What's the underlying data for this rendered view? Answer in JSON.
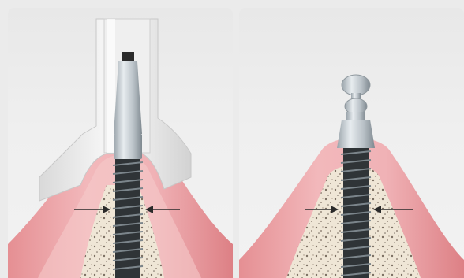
{
  "figure": {
    "panels": [
      {
        "id": "left",
        "elements": [
          "implant",
          "surgical-guide",
          "bone",
          "gum",
          "pressure-arrows"
        ]
      },
      {
        "id": "right",
        "elements": [
          "implant",
          "abutment-ball",
          "bone",
          "gum",
          "pressure-arrows"
        ]
      }
    ]
  },
  "colors": {
    "background": "#ebebeb",
    "gum": "#e58f93",
    "gum_light": "#f3c3c3",
    "bone": "#efe6d6",
    "bone_speckle": "#4a3c31",
    "implant_thread": "#2f3437",
    "implant_metal": "#bfc6cc",
    "guide_white": "#f8f8f8",
    "arrow": "#2a2a2a"
  },
  "icons": [
    "implant-icon",
    "surgical-guide-icon",
    "ball-abutment-icon",
    "arrow-right-icon",
    "arrow-left-icon"
  ]
}
